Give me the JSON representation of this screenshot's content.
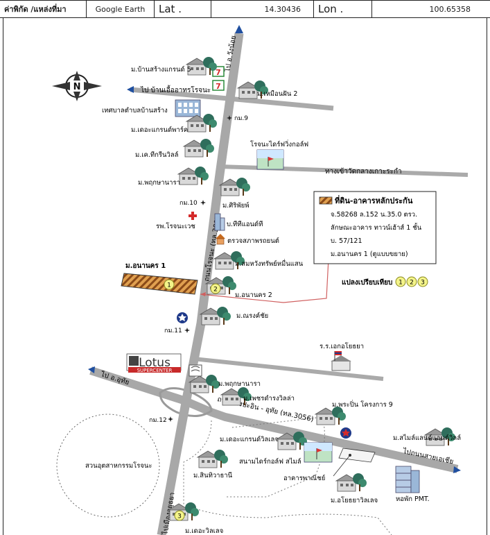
{
  "header": {
    "coord_label": "ค่าพิกัด /แหล่งที่มา",
    "source": "Google Earth",
    "lat_label": "Lat .",
    "lat_value": "14.30436",
    "lon_label": "Lon .",
    "lon_value": "100.65358"
  },
  "compass": {
    "letter": "N",
    "icon": "compass-icon"
  },
  "roads": {
    "main_north": "ไป อ.วังน้อย",
    "main_name": "ถนนโรจนะ (ทล.309)",
    "west_road": "ไป อ.อุทัย",
    "cross_name": "ถนนบางปะอิน - อุทัย (ทล.3056)",
    "east_road": "ไปถนนสายเอเชีย",
    "main_south": "ไปเมืองอยุธยา",
    "lane_top": "ไป บ้านเอื้ออาทรโรจนะ",
    "lane_temple": "ทางเข้าวัดกลางเกาะระกำ"
  },
  "km_markers": {
    "km9": "กม.9",
    "km10": "กม.10",
    "km11": "กม.11",
    "km12": "กม.12"
  },
  "places": {
    "baan_sang_grand": "ม.บ้านสร้างแกรนด์ 5",
    "muean_fan": "ม.เหมือนฝัน 2",
    "municipality": "เทศบาลตำบลบ้านสร้าง",
    "the_grand_park": "ม.เดอะแกรนด์พาร์ค",
    "kt_green_ville": "ม.เค.ทีกรีนวิลล์",
    "golf_rojana": "โรจนะไดร์ฟวิ่งกอล์ฟ",
    "pruksa_top": "ม.พฤกษานารา",
    "siri_phai": "ม.ศิริพัยพ์",
    "km10_hospital": "รพ.โรจนะเวช",
    "tt_and_t": "บ.ทีทีแอนด์ที",
    "vehicle_inspect": "ตรวจสภาพรถยนต์",
    "somwang": "ม.สมหวังทรัพย์หมื่นแสน",
    "anankhon_1_label": "ม.อนานคร 1",
    "anankhon_2": "ม.อนานคร 2",
    "narongchai": "ม.ณรงค์ชัย",
    "school": "ร.ร.เอกอโยธยา",
    "lotus_name": "Lotus",
    "lotus_sub": "SUPERCENTER",
    "pruksa_bottom": "ม.พฤกษานารา",
    "phetcharat": "ม.เพชรดำรงวิลล่า",
    "praphin": "ม.พระปิ่น โครงการ 9",
    "grand_village": "ม.เดอะแกรนด์วิลเลจ",
    "golf_smile": "สนามไดร์กอล์ฟ สไมล์",
    "smile_land": "ม.สไมล์แลนด์แอนด์วิลล์",
    "sin_thani": "ม.สินทิวาธานี",
    "commercial": "อาคารพาณิชย์",
    "ayutthaya_village": "ม.อโยธยาวิลเลจ",
    "pmt_dorm": "หอพัก PMT.",
    "industrial_park": "สวนอุตสาหกรรมโรจนะ",
    "the_village_bottom": "ม.เดอะวิลเลจ"
  },
  "legend": {
    "title": "ที่ดิน-อาคารหลักประกัน",
    "line1": "จ.58268 ล.152 น.35.0 ตรว.",
    "line2": "ลักษณะอาคาร ทาวน์เฮ้าส์ 1 ชั้น",
    "line3": "บ. 57/121",
    "line4": "ม.อนานคร 1 (ตูแบบขยาย)"
  },
  "comparison": {
    "label": "แปลงเปรียบเทียบ",
    "markers": [
      "1",
      "2",
      "3"
    ]
  },
  "colors": {
    "road": "#a9a9a9",
    "hatch": "#c8742a",
    "legend_line": "#d06060",
    "marker_fill": "#f4f48a",
    "star_blue": "#1f3a8a",
    "star_red": "#d42a2a"
  }
}
